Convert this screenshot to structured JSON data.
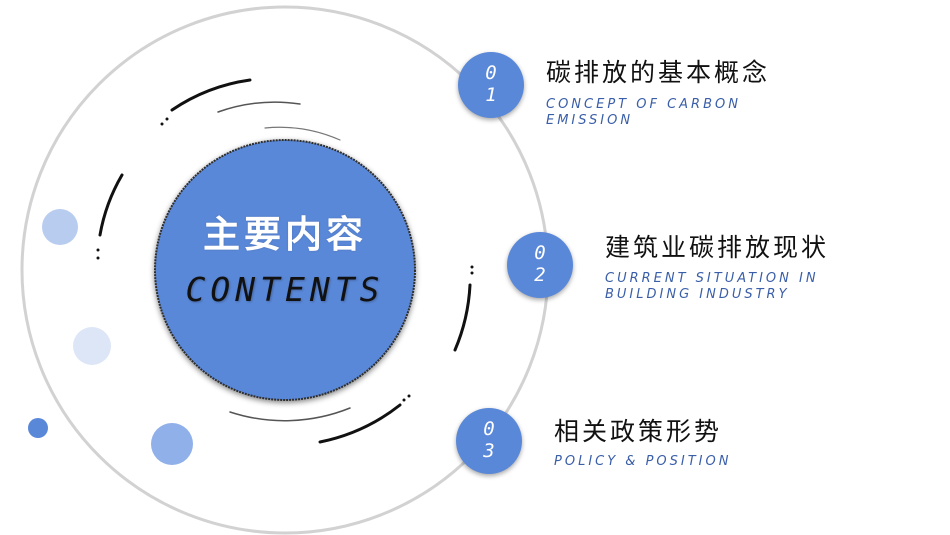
{
  "center": {
    "title_cn": "主要内容",
    "title_en": "CONTENTS"
  },
  "items": [
    {
      "num_top": "0",
      "num_bottom": "1",
      "title": "碳排放的基本概念",
      "subtitle_1": "CONCEPT OF CARBON",
      "subtitle_2": "EMISSION"
    },
    {
      "num_top": "0",
      "num_bottom": "2",
      "title": "建筑业碳排放现状",
      "subtitle_1": "CURRENT SITUATION IN",
      "subtitle_2": "BUILDING INDUSTRY"
    },
    {
      "num_top": "0",
      "num_bottom": "3",
      "title": "相关政策形势",
      "subtitle_1": "POLICY & POSITION",
      "subtitle_2": ""
    }
  ],
  "colors": {
    "accent": "#5a88d8",
    "subtitle": "#3a5ea8",
    "ring": "#d2d2d2",
    "dot_light": "#b8ccef",
    "dot_pale": "#dde6f7"
  }
}
